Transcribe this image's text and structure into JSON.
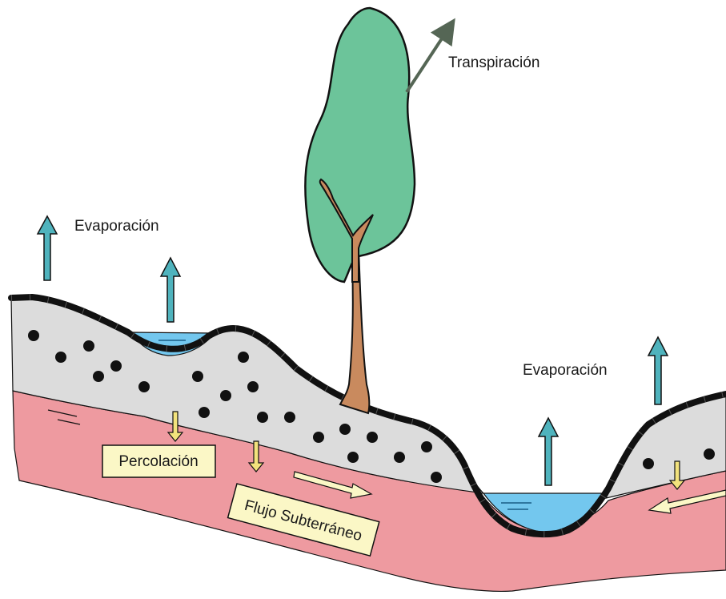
{
  "labels": {
    "transpiration": "Transpiración",
    "evaporation_left": "Evaporación",
    "evaporation_right": "Evaporación",
    "percolation": "Percolación",
    "groundwater_flow": "Flujo Subterráneo"
  },
  "colors": {
    "soil": "#dcdcdc",
    "subsoil": "#ee9aa0",
    "water": "#73c7ee",
    "tree_crown": "#6cc49a",
    "trunk": "#c98a5e",
    "evaporation_arrow": "#4fb3bd",
    "percolation_arrow": "#f2e27c",
    "label_box": "#fbf7c6",
    "outline": "#111111"
  },
  "icons": {
    "evaporation": "arrow-up-icon",
    "percolation": "arrow-down-icon",
    "flow": "arrow-right-icon",
    "transpiration": "arrow-up-right-icon"
  }
}
